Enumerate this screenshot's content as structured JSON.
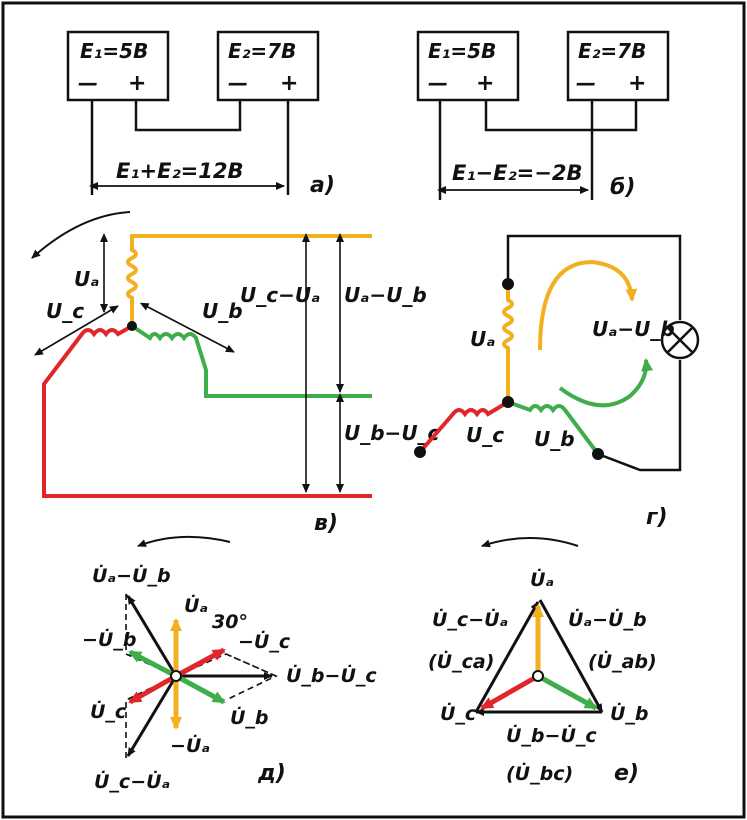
{
  "colors": {
    "frame": "#111111",
    "phase_a": "#f2b01e",
    "phase_b": "#3fae4a",
    "phase_c": "#e0262b",
    "ink": "#111111"
  },
  "panel_a": {
    "box1": "E₁=5В",
    "box2": "E₂=7В",
    "minus": "—",
    "plus": "+",
    "result": "E₁+E₂=12В",
    "tag": "а)"
  },
  "panel_b": {
    "box1": "E₁=5В",
    "box2": "E₂=7В",
    "minus": "—",
    "plus": "+",
    "result": "E₁−E₂=−2В",
    "tag": "б)"
  },
  "panel_v": {
    "ua": "Uₐ",
    "ub": "U_b",
    "uc": "U_c",
    "uc_ua": "U_c−Uₐ",
    "ua_ub": "Uₐ−U_b",
    "ub_uc": "U_b−U_c",
    "tag": "в)"
  },
  "panel_g": {
    "ua": "Uₐ",
    "ub": "U_b",
    "uc": "U_c",
    "ua_ub": "Uₐ−U_b",
    "tag": "г)"
  },
  "panel_d": {
    "ua_ub": "U̇ₐ−U̇_b",
    "ua": "U̇ₐ",
    "angle": "30°",
    "m_uc": "−U̇_c",
    "m_ub": "−U̇_b",
    "ub_uc": "U̇_b−U̇_c",
    "uc": "U̇_c",
    "ub": "U̇_b",
    "m_ua": "−U̇ₐ",
    "uc_ua": "U̇_c−U̇ₐ",
    "tag": "д)"
  },
  "panel_e": {
    "ua": "U̇ₐ",
    "uc_ua": "U̇_c−U̇ₐ",
    "ua_ub": "U̇ₐ−U̇_b",
    "uca": "(U̇_ca)",
    "uab": "(U̇_ab)",
    "uc": "U̇_c",
    "ub": "U̇_b",
    "ub_uc": "U̇_b−U̇_c",
    "ubc": "(U̇_bc)",
    "tag": "е)"
  }
}
